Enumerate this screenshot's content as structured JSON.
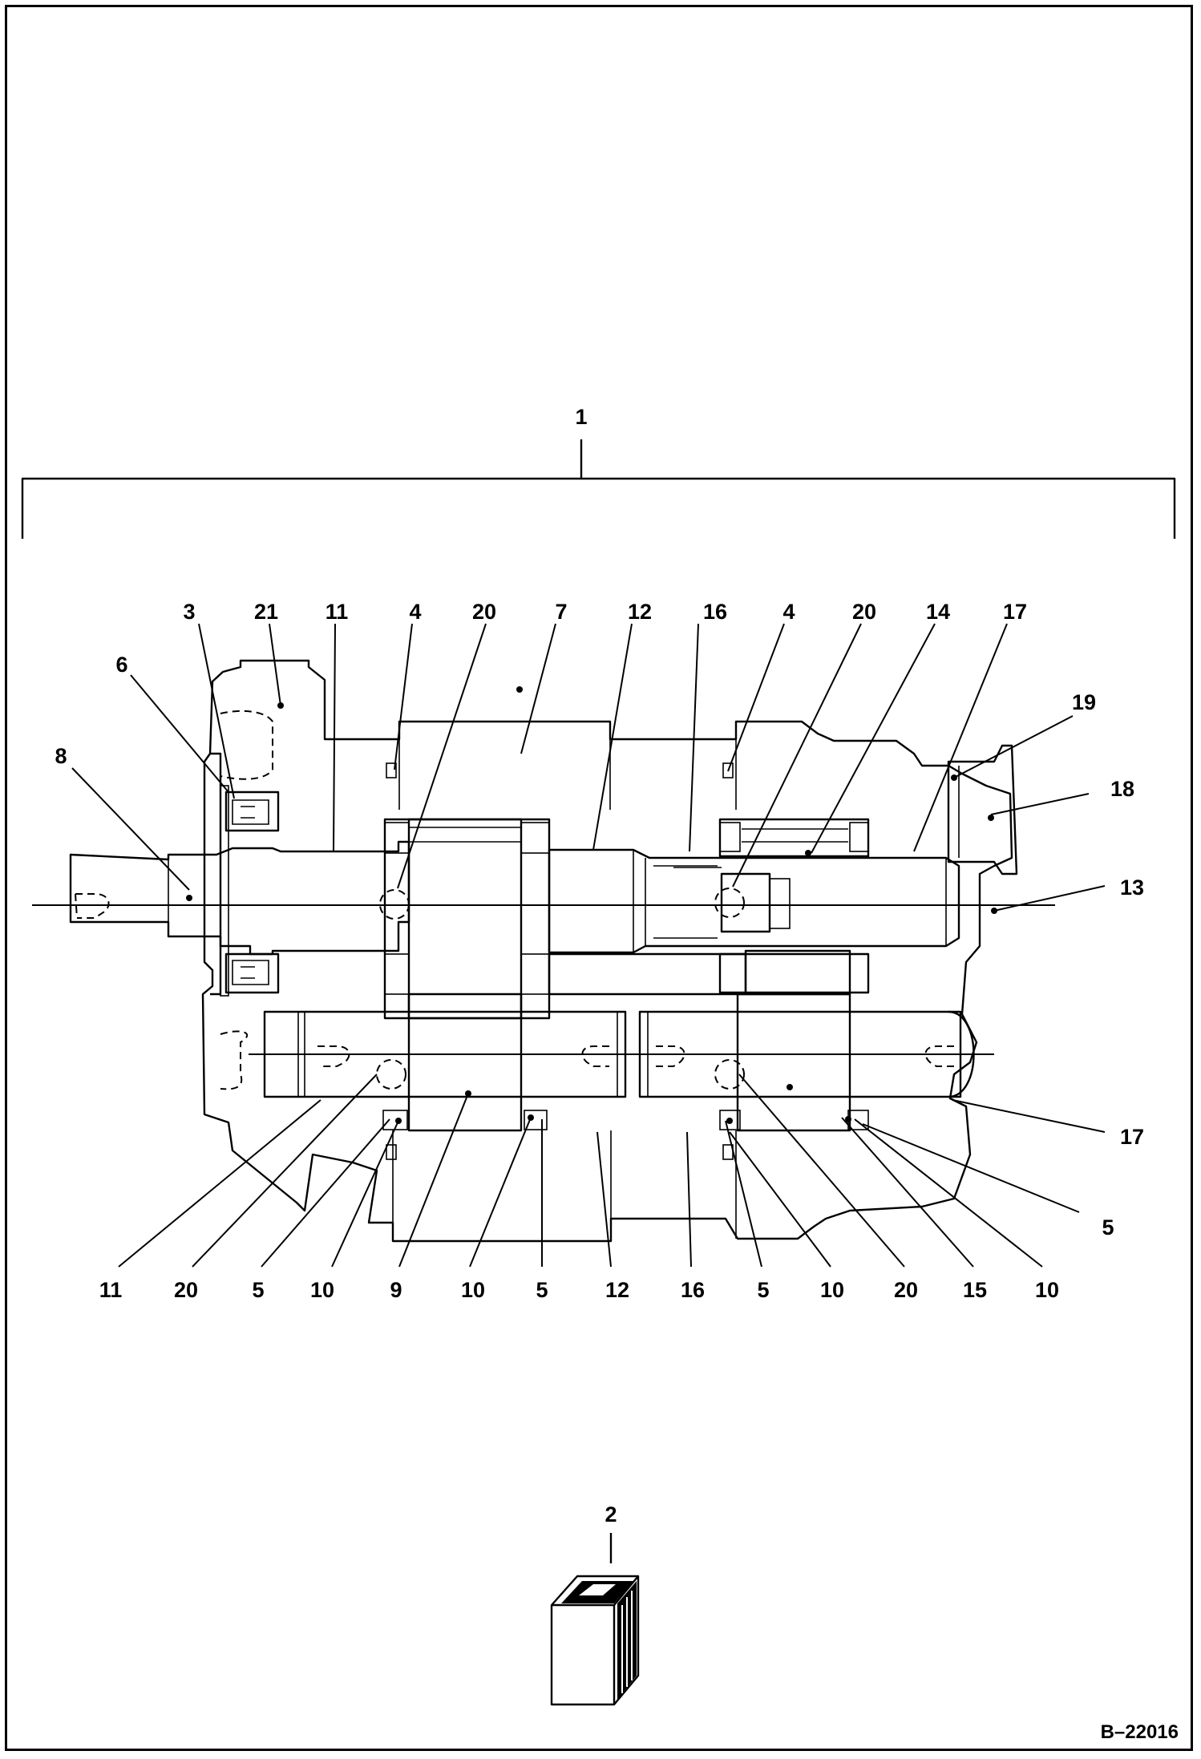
{
  "diagram": {
    "assembly_label": "1",
    "kit_label": "2",
    "reference_number": "B–22016",
    "top_callouts": [
      "3",
      "21",
      "11",
      "4",
      "20",
      "7",
      "12",
      "16",
      "4",
      "20",
      "14",
      "17"
    ],
    "left_callouts": [
      "6",
      "8"
    ],
    "right_callouts": [
      "19",
      "18",
      "13",
      "17",
      "5"
    ],
    "bottom_callouts": [
      "11",
      "20",
      "5",
      "10",
      "9",
      "10",
      "5",
      "12",
      "16",
      "5",
      "10",
      "20",
      "15",
      "10"
    ]
  }
}
